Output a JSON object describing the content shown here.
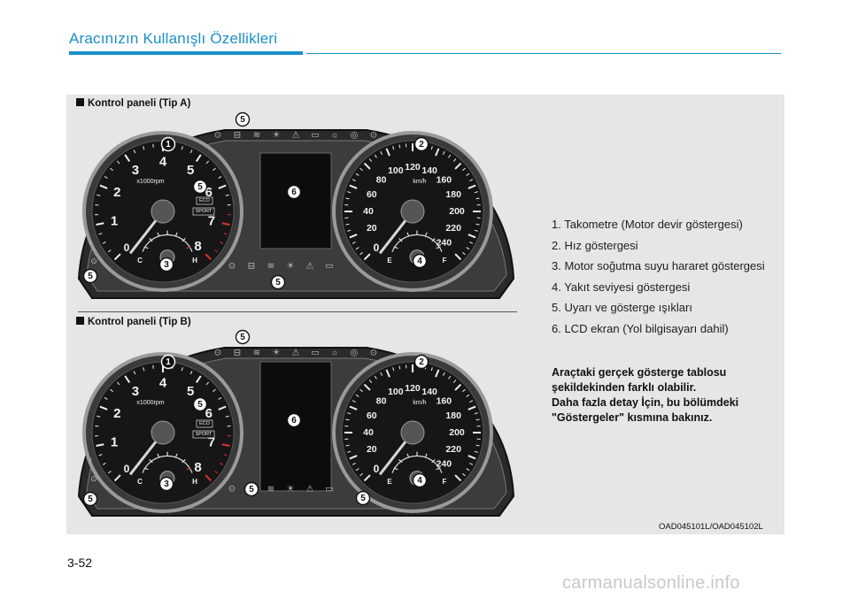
{
  "header": {
    "title": "Aracınızın Kullanışlı Özellikleri"
  },
  "figure": {
    "panel_a_label": "Kontrol paneli (Tip A)",
    "panel_b_label": "Kontrol paneli (Tip B)",
    "codes": "OAD045101L/OAD045102L",
    "tach_numbers": [
      "1",
      "2",
      "3",
      "4",
      "5",
      "6",
      "7",
      "8"
    ],
    "tach_zero": "0",
    "tach_unit": "x1000rpm",
    "speed_numbers": [
      "20",
      "40",
      "60",
      "80",
      "100",
      "120",
      "140",
      "160",
      "180",
      "200",
      "220",
      "240"
    ],
    "speed_zero": "0",
    "speed_unit": "km/h",
    "temp_c": "C",
    "temp_h": "H",
    "fuel_e": "E",
    "fuel_f": "F",
    "eco_label": "ECO",
    "sport_label": "SPORT",
    "callouts": [
      "1",
      "2",
      "3",
      "4",
      "5",
      "6"
    ]
  },
  "legend": [
    "1. Takometre (Motor devir göstergesi)",
    "2. Hız göstergesi",
    "3. Motor soğutma suyu hararet göstergesi",
    "4. Yakıt seviyesi göstergesi",
    "5. Uyarı ve gösterge ışıkları",
    "6. LCD ekran (Yol bilgisayarı dahil)"
  ],
  "note_lines": [
    "Araçtaki gerçek gösterge tablosu",
    "şekildekinden farklı olabilir.",
    "Daha fazla detay İçin, bu bölümdeki",
    "\"Göstergeler\" kısmına bakınız."
  ],
  "page_number": "3-52",
  "watermark": "carmanualsonline.info"
}
